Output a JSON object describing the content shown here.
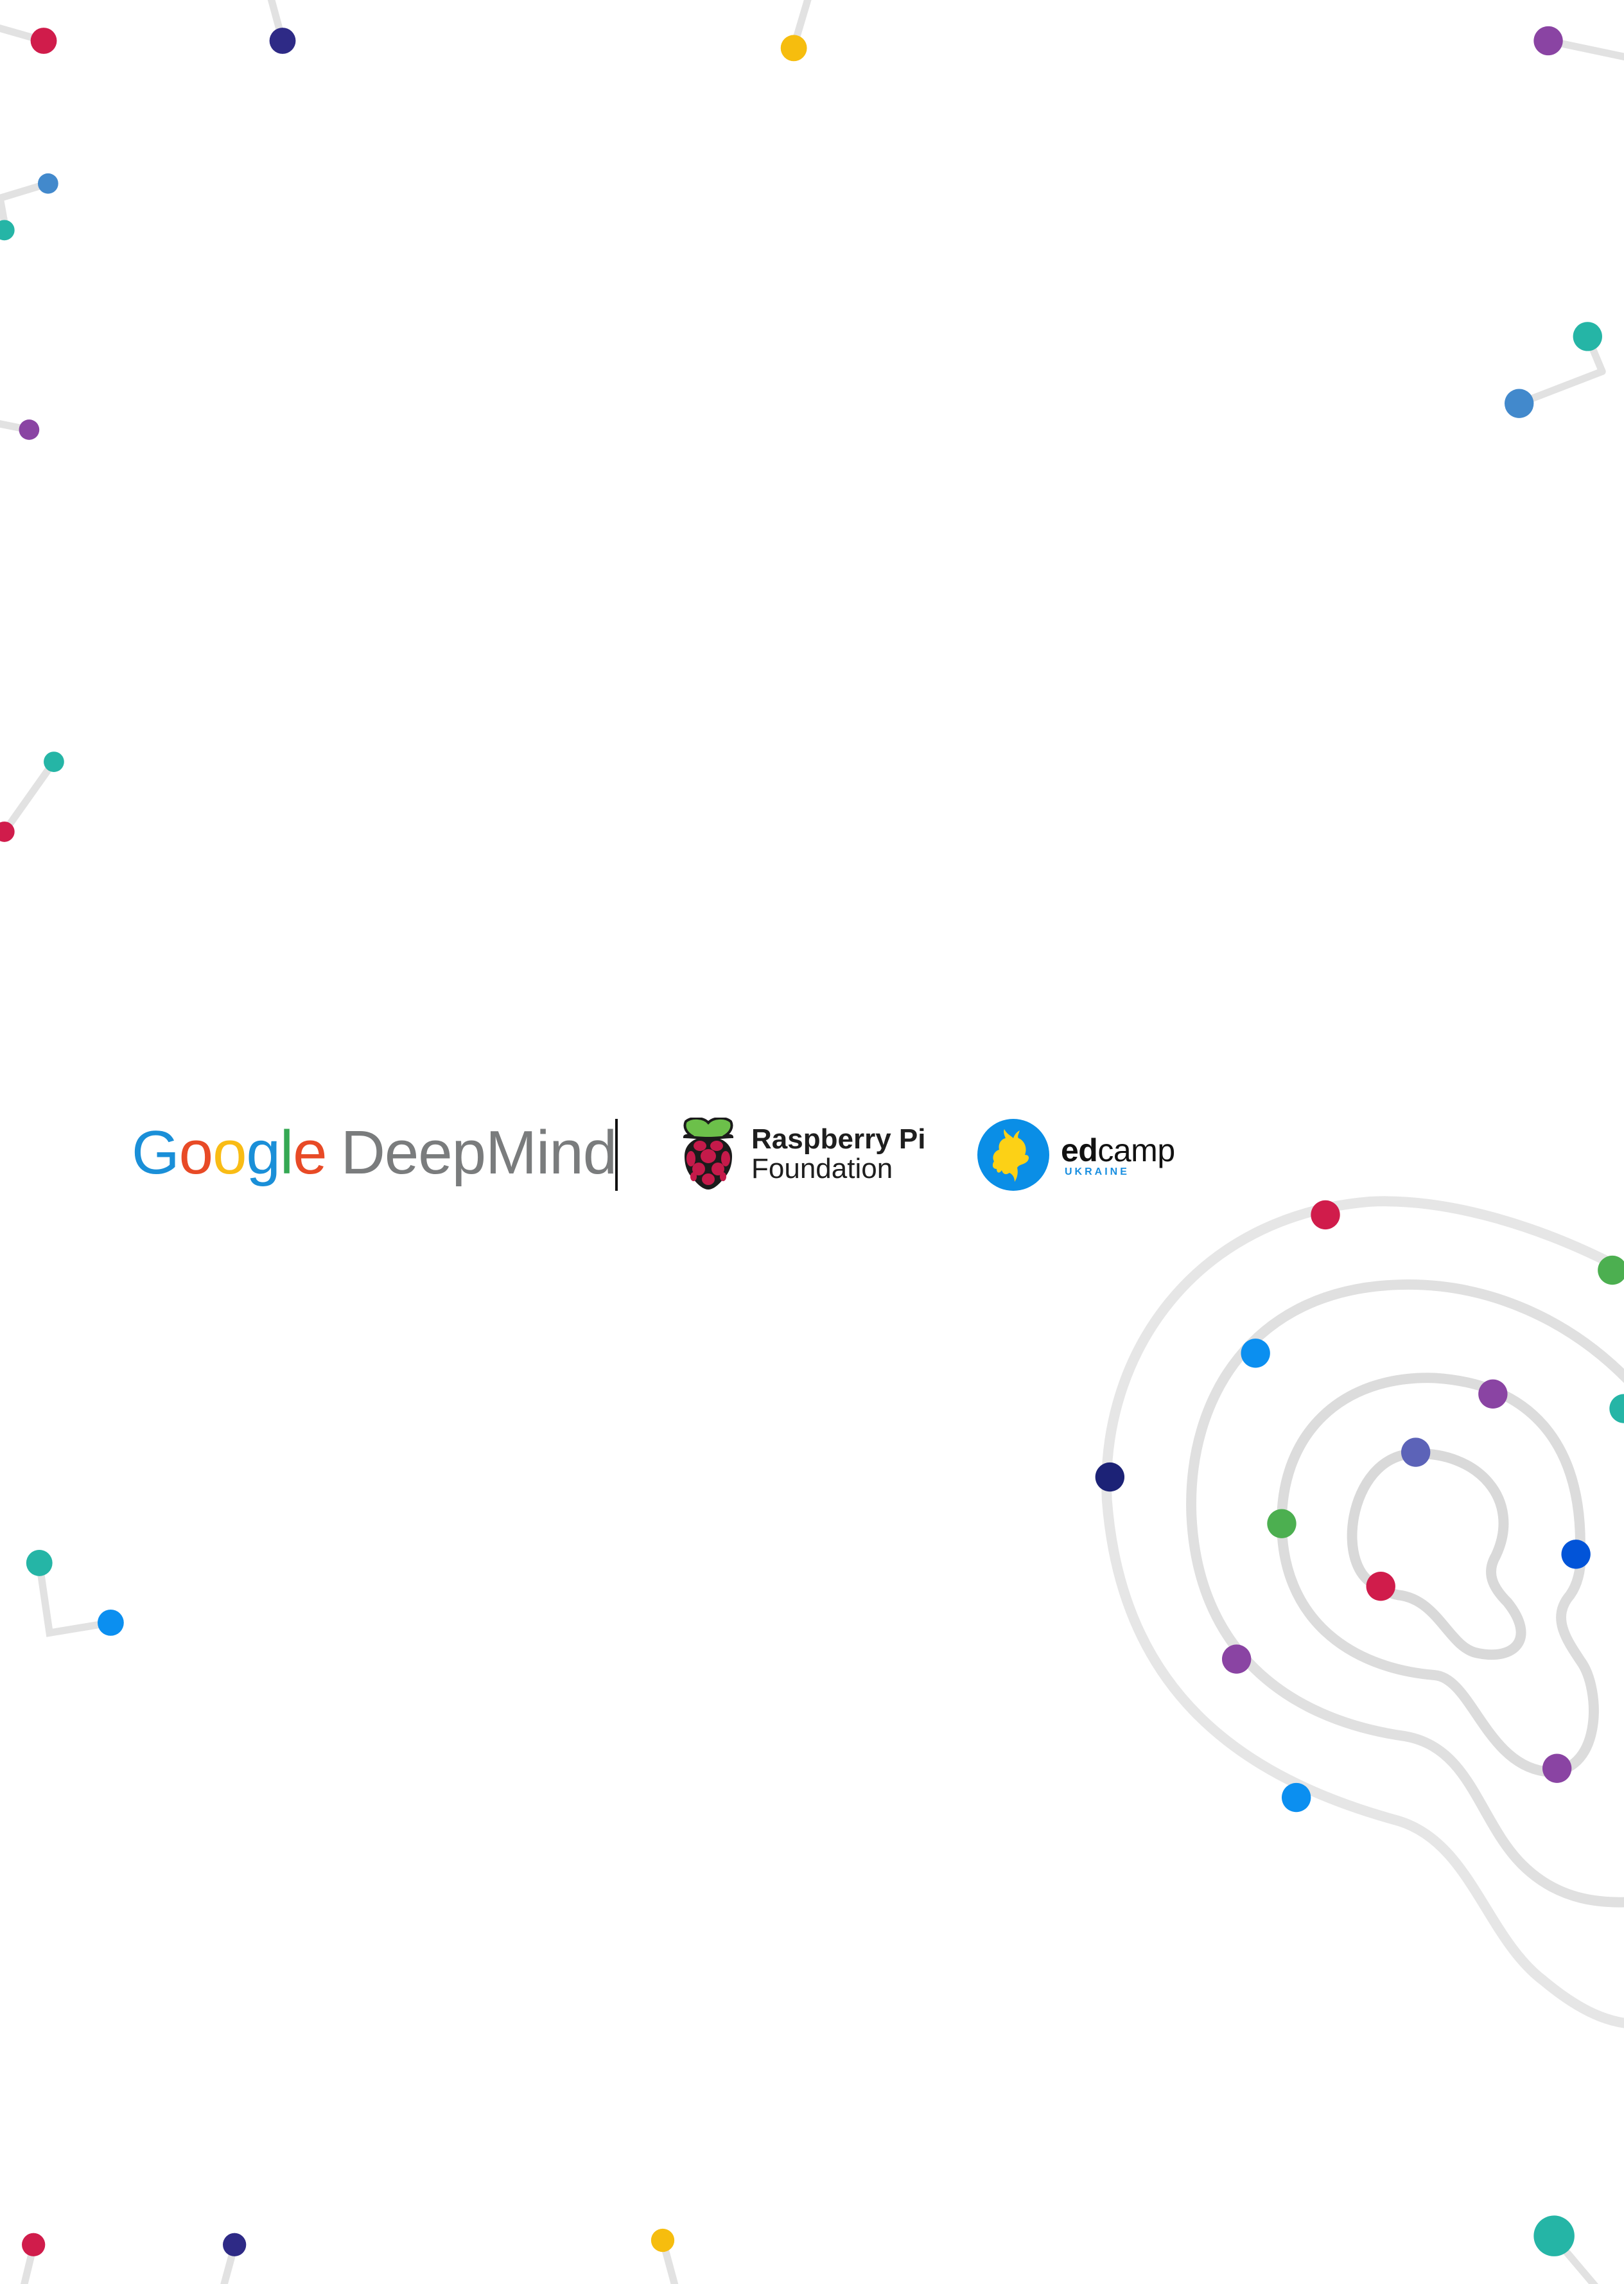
{
  "page": {
    "background": "#ffffff"
  },
  "logos": {
    "google_deepmind": {
      "google_letters": [
        "G",
        "o",
        "o",
        "g",
        "l",
        "e"
      ],
      "google_colors": [
        "#1a8fd8",
        "#e84a26",
        "#f9bc15",
        "#1a8fd8",
        "#34a853",
        "#e84a26"
      ],
      "deepmind": "DeepMind",
      "deepmind_color": "#7a7c7d"
    },
    "raspberry_pi": {
      "line1": "Raspberry Pi",
      "line2": "Foundation",
      "berry_color": "#c51a4a",
      "leaf_color": "#6cc04a"
    },
    "edcamp": {
      "word_bold": "ed",
      "word_light": "camp",
      "sub": "UKRAINE",
      "circle_color": "#0a8ee6",
      "flame_color": "#fcd116"
    }
  },
  "decor_colors": {
    "line": "#e2e2e2",
    "crimson": "#d01c4b",
    "navy": "#2e2a86",
    "yellow": "#f6bd0e",
    "purple": "#8a44a3",
    "steel_blue": "#4289cc",
    "teal": "#25b5a6",
    "green": "#4caf50",
    "sky": "#0b8ff0",
    "deep_navy": "#1c2276",
    "periwinkle": "#5c63b8",
    "royal": "#0254d8"
  }
}
